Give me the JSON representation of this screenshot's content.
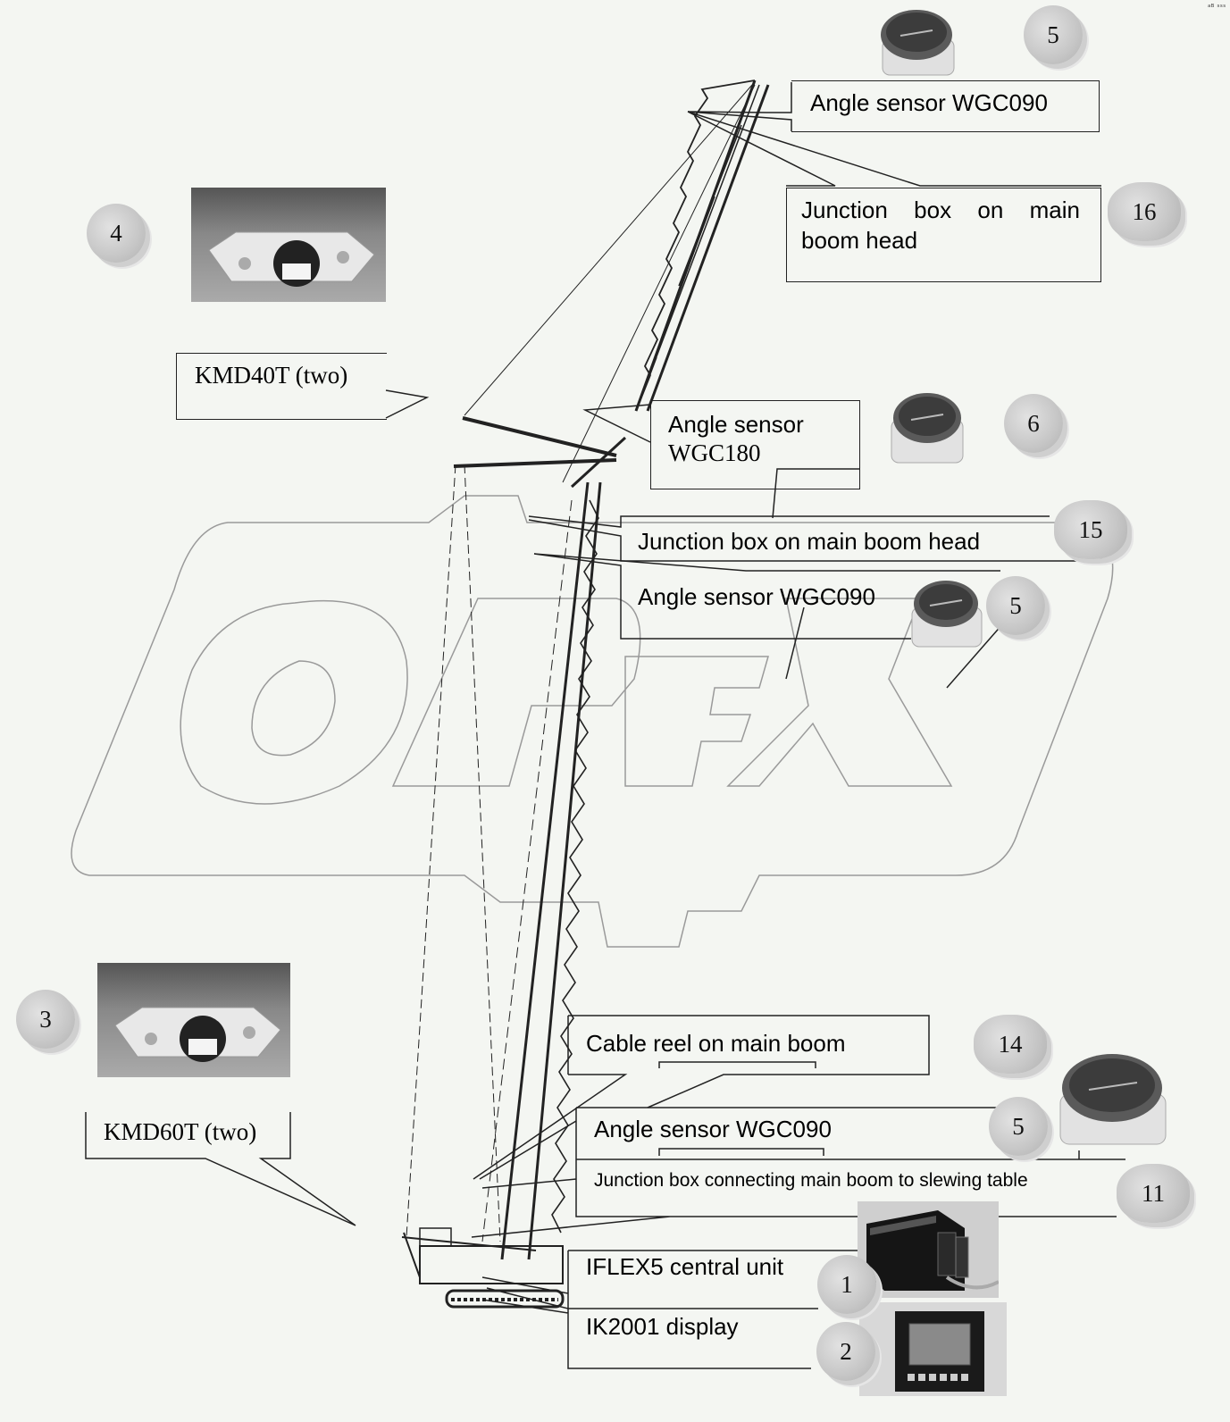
{
  "watermark": "OPEX",
  "corner_mark": "ᵃᴮ ˢˢˢ",
  "labels": {
    "angle_wgc090_top": "Angle sensor WGC090",
    "junction_main_head_top_line1": "Junction box on main",
    "junction_main_head_top_line2": "boom head",
    "kmd40t": "KMD40T (two)",
    "angle_wgc180_line1": "Angle sensor",
    "angle_wgc180_line2": "WGC180",
    "junction_main_head_mid": "Junction box on main boom head",
    "angle_wgc090_mid": "Angle sensor WGC090",
    "cable_reel": "Cable reel on main boom",
    "kmd60t": "KMD60T (two)",
    "angle_wgc090_low": "Angle sensor WGC090",
    "junction_slewing": "Junction box connecting main boom to slewing table",
    "iflex5": "IFLEX5 central unit",
    "ik2001": "IK2001 display"
  },
  "badges": {
    "b5_top": "5",
    "b16": "16",
    "b4": "4",
    "b6": "6",
    "b15": "15",
    "b5_mid": "5",
    "b3": "3",
    "b14": "14",
    "b5_low": "5",
    "b11": "11",
    "b1": "1",
    "b2": "2"
  },
  "icons": [
    "angle-sensor-photo",
    "load-pin-photo",
    "central-unit-photo",
    "display-photo",
    "crawler-crane-drawing"
  ]
}
